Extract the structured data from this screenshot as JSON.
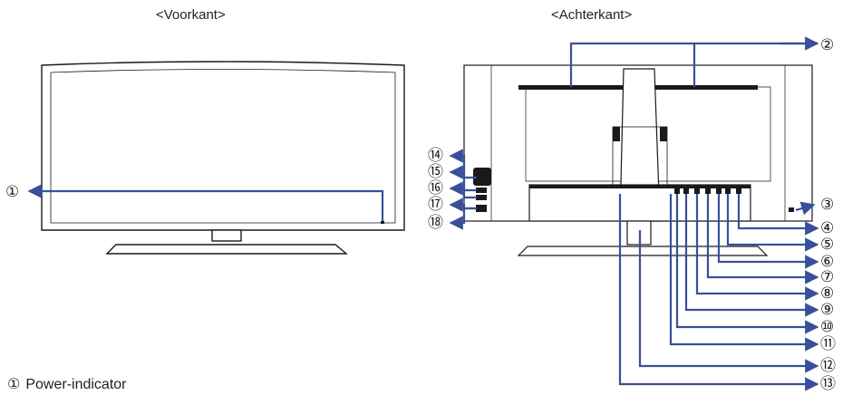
{
  "headings": {
    "front": "<Voorkant>",
    "back": "<Achterkant>"
  },
  "callout_numbers": [
    "①",
    "②",
    "③",
    "④",
    "⑤",
    "⑥",
    "⑦",
    "⑧",
    "⑨",
    "⑩",
    "⑪",
    "⑫",
    "⑬",
    "⑭",
    "⑮",
    "⑯",
    "⑰",
    "⑱"
  ],
  "legend": {
    "number": "①",
    "text": "Power-indicator"
  },
  "colors": {
    "callout": "#3a4f9a",
    "outline": "#1a1a1a"
  }
}
